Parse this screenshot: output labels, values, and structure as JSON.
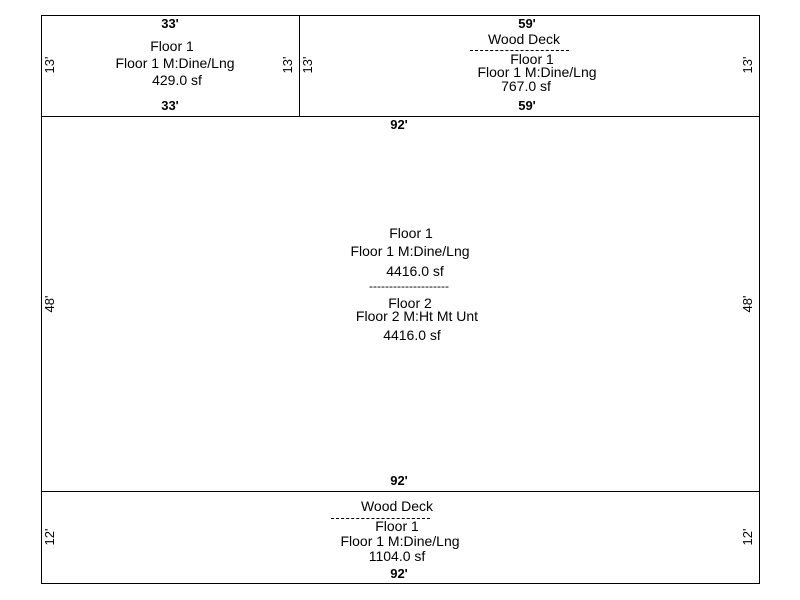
{
  "rooms": [
    {
      "id": "room-1",
      "top_dim": "33'",
      "bottom_dim": "33'",
      "left_dim": "13'",
      "right_dim": "13'",
      "label_lines": [
        "Floor 1",
        "Floor 1 M:Dine/Lng",
        "429.0 sf"
      ]
    },
    {
      "id": "room-2",
      "top_dim": "59'",
      "bottom_dim": "59'",
      "left_dim": "13'",
      "right_dim": "13'",
      "header": "Wood Deck",
      "label_lines": [
        "Floor 1",
        "Floor 1 M:Dine/Lng",
        "767.0 sf"
      ]
    },
    {
      "id": "room-3",
      "top_dim": "92'",
      "bottom_dim": "92'",
      "left_dim": "48'",
      "right_dim": "48'",
      "upper_lines": [
        "Floor 1",
        "Floor 1 M:Dine/Lng",
        "4416.0 sf"
      ],
      "separator": "--------------------",
      "lower_lines": [
        "Floor 2",
        "Floor 2 M:Ht Mt Unt",
        "4416.0 sf"
      ]
    },
    {
      "id": "room-4",
      "bottom_dim": "92'",
      "left_dim": "12'",
      "right_dim": "12'",
      "header": "Wood Deck",
      "label_lines": [
        "Floor 1",
        "Floor 1 M:Dine/Lng",
        "1104.0 sf"
      ]
    }
  ]
}
